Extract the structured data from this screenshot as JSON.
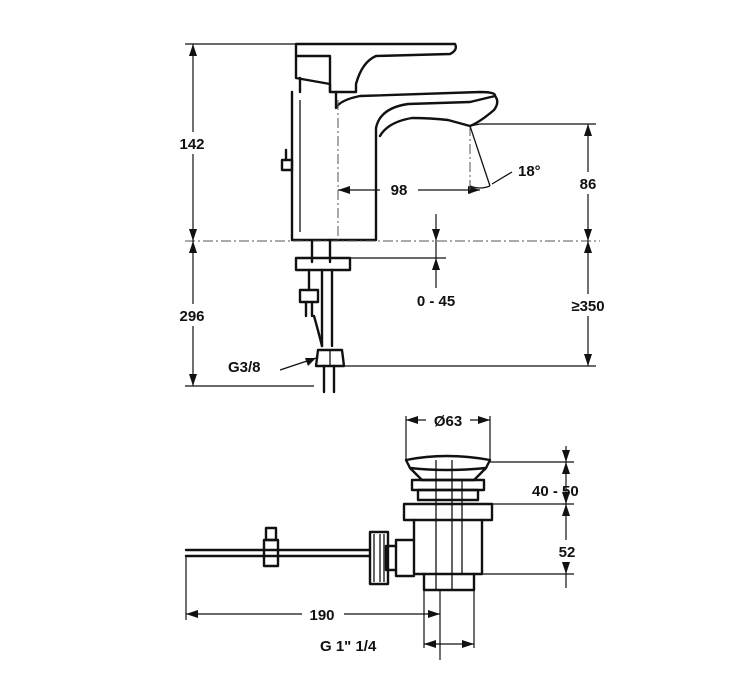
{
  "dimensions": {
    "tap_height": "142",
    "spout_reach": "98",
    "spout_angle": "18°",
    "spout_clearance": "86",
    "below_deck": "296",
    "deck_thickness": "0 - 45",
    "min_depth": "≥350",
    "connection_thread": "G3/8",
    "waste_diameter": "Ø63",
    "waste_flange": "40 - 50",
    "waste_height": "52",
    "rod_length": "190",
    "waste_thread": "G 1\" 1/4"
  }
}
